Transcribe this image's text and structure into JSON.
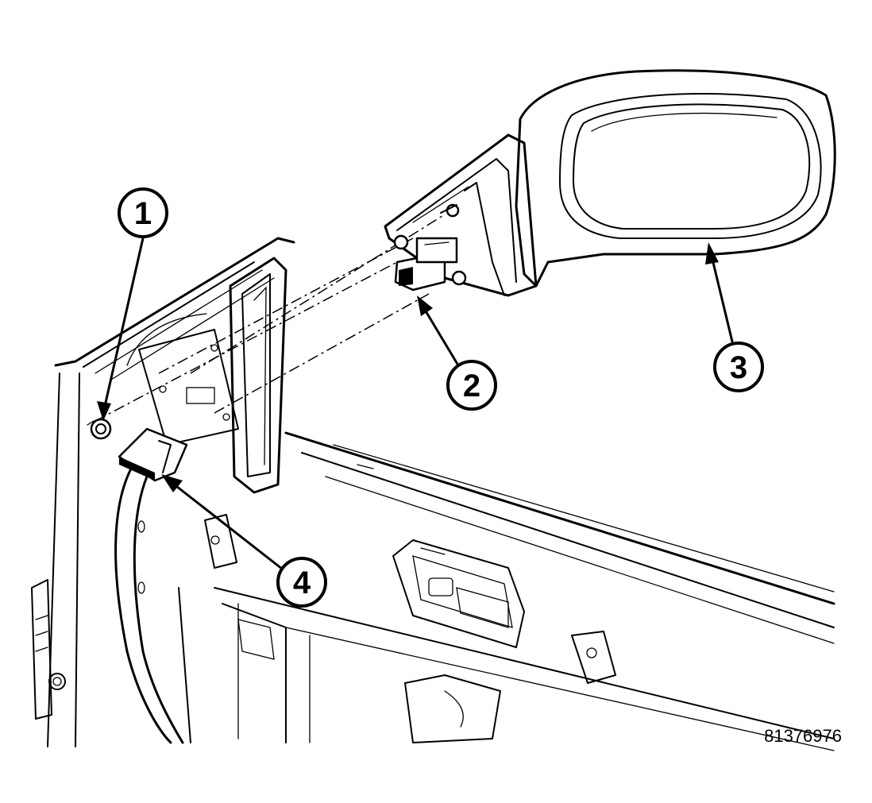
{
  "figure": {
    "id": "81376976",
    "callouts": [
      {
        "number": "1"
      },
      {
        "number": "2"
      },
      {
        "number": "3"
      },
      {
        "number": "4"
      }
    ]
  }
}
